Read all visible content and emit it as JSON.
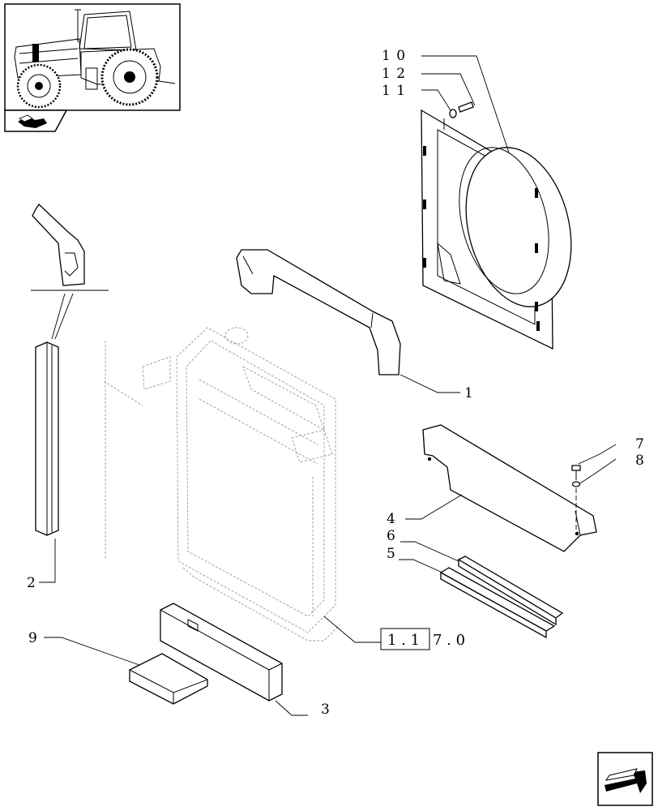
{
  "callouts": {
    "c1": "1",
    "c2": "2",
    "c3": "3",
    "c4": "4",
    "c5": "5",
    "c6": "6",
    "c7": "7",
    "c8": "8",
    "c9": "9",
    "c10": "1 0",
    "c11": "1 1",
    "c12": "1 2"
  },
  "reference": {
    "boxed": "1 . 1",
    "rest": "7 . 0"
  },
  "icons": {
    "thumbnail": "tractor-thumbnail-icon",
    "tab": "page-tab-icon",
    "next": "next-page-arrow-icon"
  }
}
